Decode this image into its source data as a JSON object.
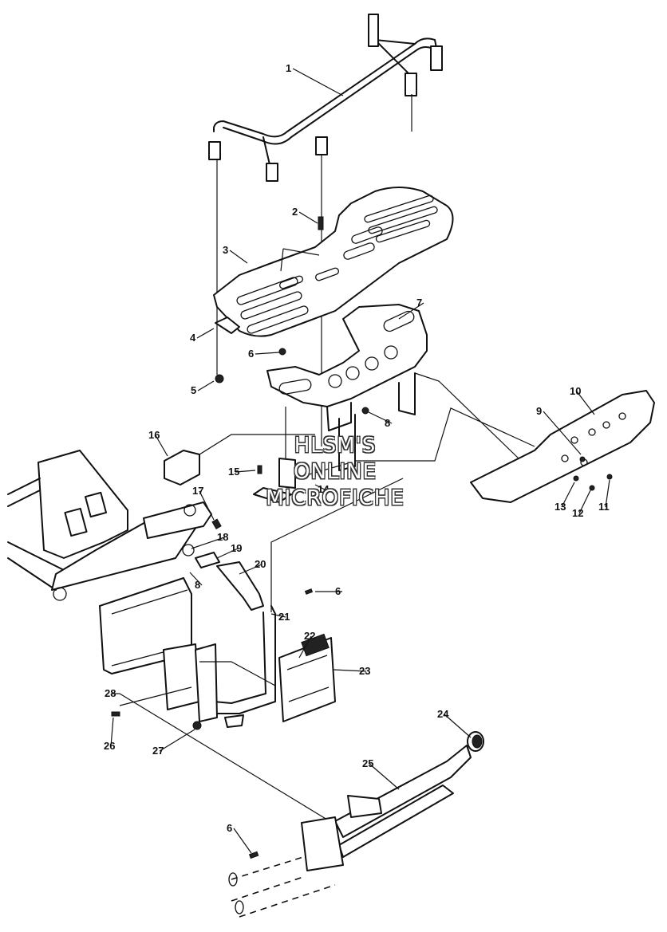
{
  "watermark": {
    "lines": [
      "HLSM'S",
      "ONLINE",
      "MICROFICHE"
    ]
  },
  "callouts": [
    "1",
    "2",
    "3",
    "4",
    "5",
    "6",
    "7",
    "8",
    "9",
    "10",
    "11",
    "12",
    "13",
    "14",
    "15",
    "16",
    "17",
    "18",
    "19",
    "20",
    "6",
    "21",
    "22",
    "23",
    "8",
    "24",
    "25",
    "26",
    "27",
    "28",
    "6"
  ]
}
